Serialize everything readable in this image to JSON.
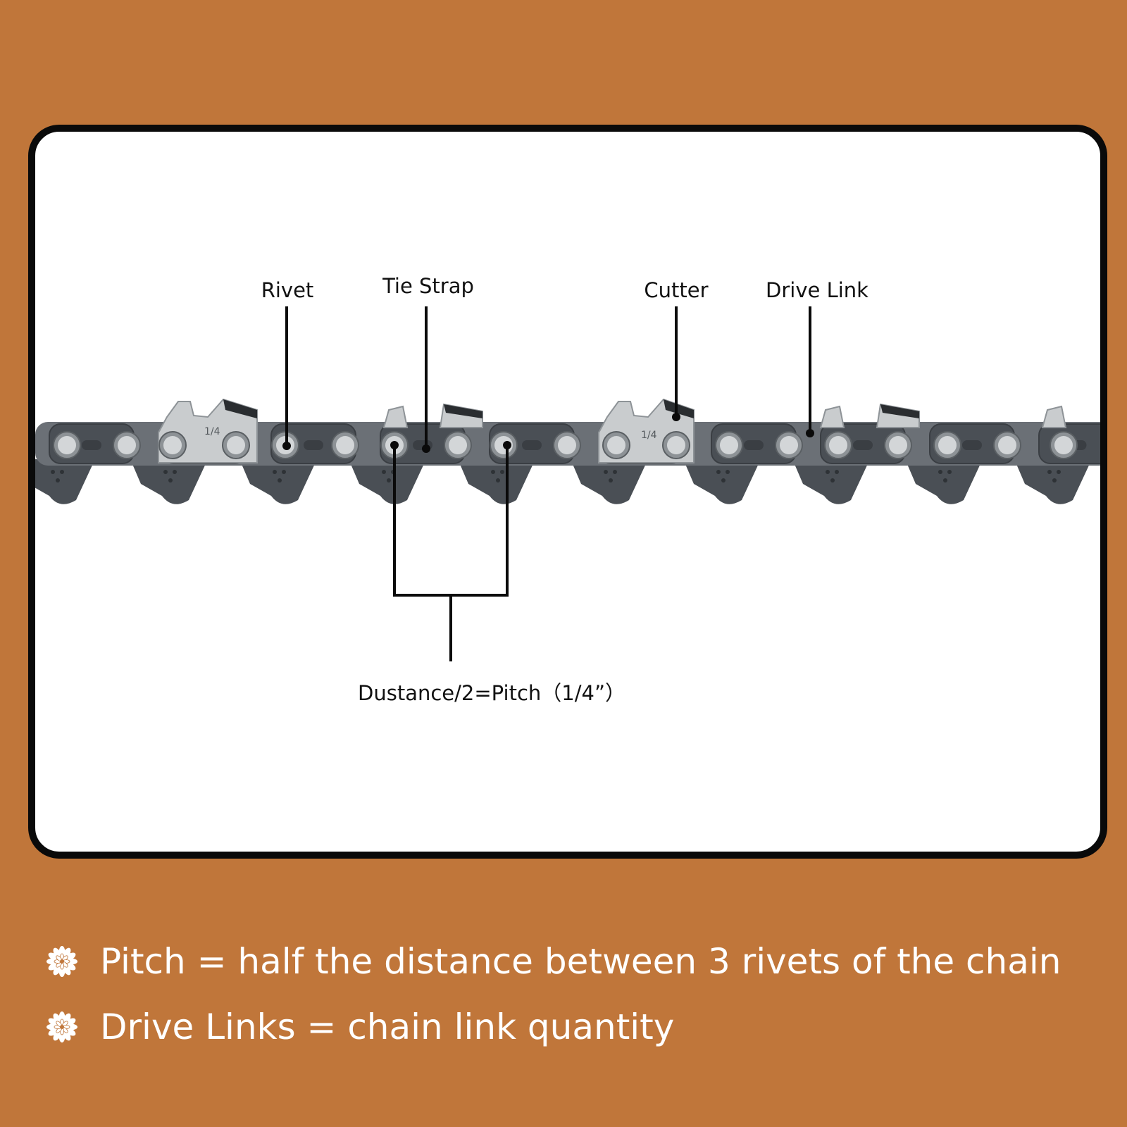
{
  "colors": {
    "background": "#C0763A",
    "card": "#FFFFFF",
    "card_border": "#0A0A0A",
    "chain_dark": "#4A4F55",
    "chain_mid": "#6B7076",
    "chain_light": "#C9CCCE",
    "callout_line": "#0A0A0A",
    "bullet_text": "#FFFFFF"
  },
  "callouts": {
    "rivet": "Rivet",
    "tie_strap": "Tie Strap",
    "cutter": "Cutter",
    "drive_link": "Drive Link",
    "pitch": "Dustance/2=Pitch（1/4”）"
  },
  "cutter_marking": "1/4",
  "bullets": [
    {
      "icon": "flower-icon",
      "text": "Pitch = half the distance between 3 rivets of the chain"
    },
    {
      "icon": "flower-icon",
      "text": "Drive Links = chain link quantity"
    }
  ]
}
